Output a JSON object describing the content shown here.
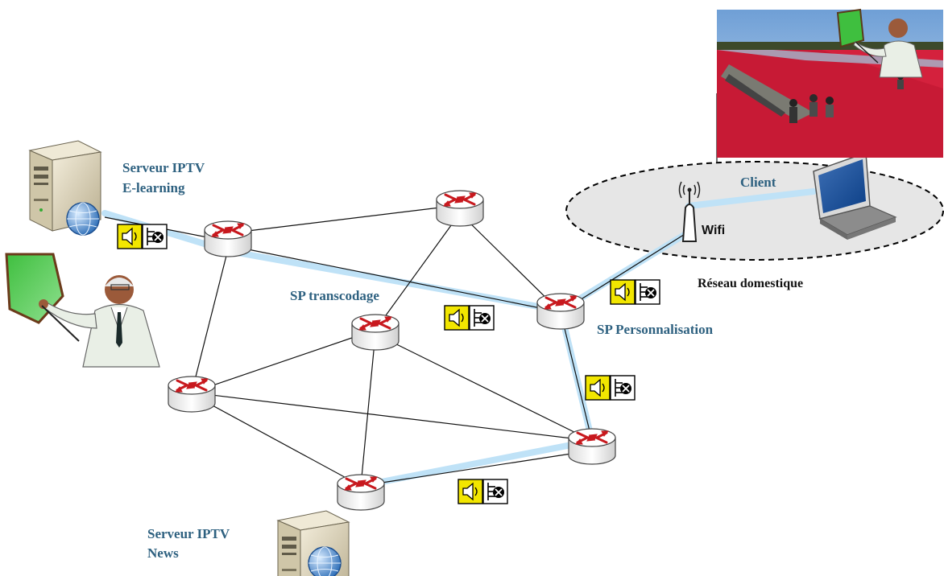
{
  "labels": {
    "server_elearning_line1": "Serveur IPTV",
    "server_elearning_line2": "E-learning",
    "server_news_line1": "Serveur IPTV",
    "server_news_line2": "News",
    "sp_transcoding": "SP transcodage",
    "sp_personalization": "SP Personnalisation",
    "client": "Client",
    "wifi": "Wifi",
    "home_network": "Réseau domestique"
  },
  "icons": {
    "router": "router-icon",
    "server": "server-icon",
    "laptop": "laptop-icon",
    "wifi_access_point": "wifi-access-point-icon",
    "media_stream": "speaker-filter-icon",
    "presenter": "presenter-clipart-icon",
    "photo": "cranberry-harvest-photo"
  },
  "colors": {
    "label_blue": "#2e6180",
    "stream_path": "#bfe2f7",
    "router_arrow": "#c8191e",
    "home_network_fill": "#e6e6e6",
    "speaker_yellow": "#f2e600"
  }
}
